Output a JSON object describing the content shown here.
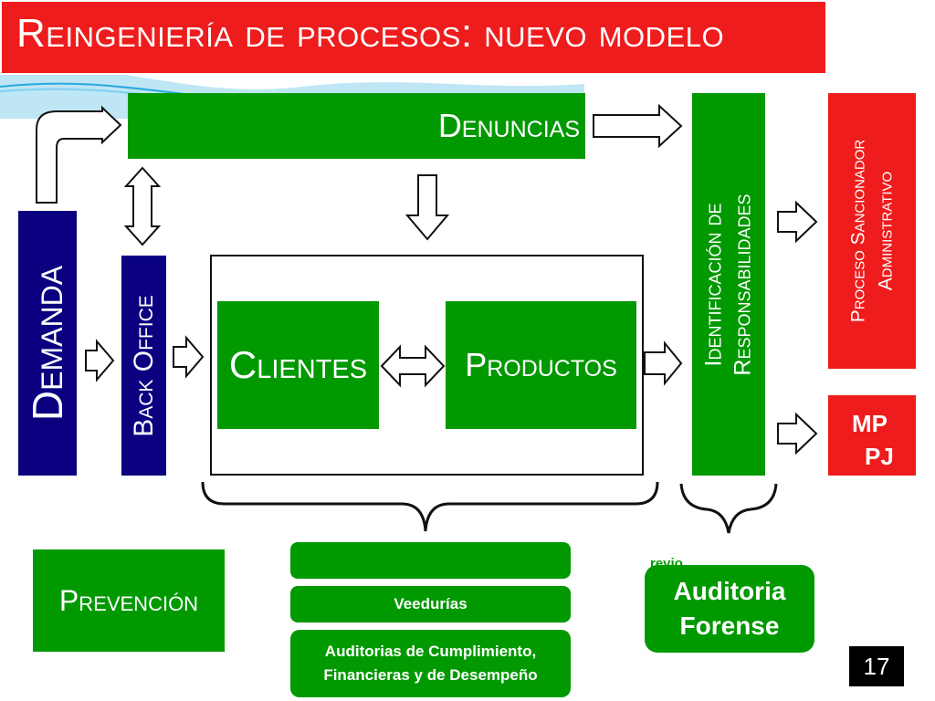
{
  "slide": {
    "title": "Reingeniería de procesos: nuevo modelo",
    "page_number": "17"
  },
  "boxes": {
    "denuncias": "Denuncias",
    "demanda": "Demanda",
    "back_office": "Back Office",
    "clientes": "Clientes",
    "productos": "Productos",
    "identificacion_line1": "Identificación de",
    "identificacion_line2": "Responsabilidades",
    "proceso_line1": "Proceso Sancionador",
    "proceso_line2": "Administrativo",
    "mp": "MP",
    "pj": "PJ",
    "prevencion": "Prevención",
    "veedurias": "Veedurías",
    "auditorias_line1": "Auditorias  de Cumplimiento,",
    "auditorias_line2": "Financieras y de Desempeño",
    "previo_fragment": "revio",
    "auditoria_forense_line1": "Auditoria",
    "auditoria_forense_line2": "Forense"
  },
  "colors": {
    "title_bar": "#ee1c1c",
    "green": "#009900",
    "red": "#ee1c1c",
    "navy": "#0b0080",
    "decor_blue": "#29a9e0"
  }
}
